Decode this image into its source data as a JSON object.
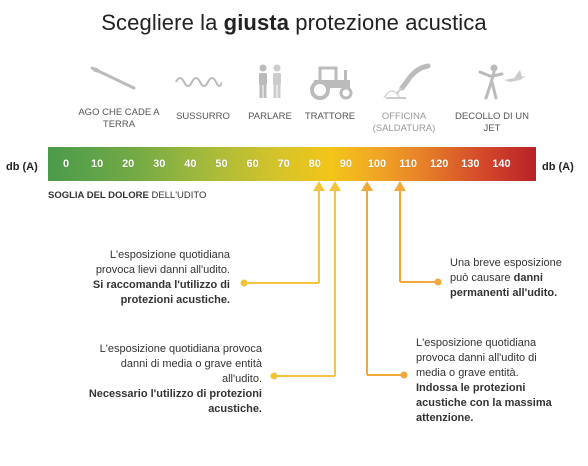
{
  "title": {
    "pre": "Scegliere la ",
    "bold": "giusta",
    "post": " protezione acustica"
  },
  "sources": [
    {
      "label": "AGO CHE CADE A TERRA",
      "icon": "needle-icon",
      "muted": false
    },
    {
      "label": "SUSSURRO",
      "icon": "whisper-wave-icon",
      "muted": false
    },
    {
      "label": "PARLARE",
      "icon": "people-talking-icon",
      "muted": false
    },
    {
      "label": "TRATTORE",
      "icon": "tractor-icon",
      "muted": false
    },
    {
      "label": "OFFICINA (SALDATURA)",
      "icon": "welding-torch-icon",
      "muted": true
    },
    {
      "label": "DECOLLO DI UN JET",
      "icon": "jet-takeoff-icon",
      "muted": false
    }
  ],
  "scale": {
    "unit_left": "db (A)",
    "unit_right": "db (A)",
    "ticks": [
      "0",
      "10",
      "20",
      "30",
      "40",
      "50",
      "60",
      "70",
      "80",
      "90",
      "100",
      "110",
      "120",
      "130",
      "140"
    ]
  },
  "pain_threshold": {
    "bold": "SOGLIA DEL DOLORE",
    "rest": " DELL'UDITO"
  },
  "notes": [
    {
      "level": "80",
      "lines": [
        "L'esposizione quotidiana",
        "provoca lievi danni all'udito."
      ],
      "bold_lines": [
        "Si raccomanda l'utilizzo di",
        "protezioni acustiche."
      ],
      "color": "#f5c43a"
    },
    {
      "level": "85",
      "lines": [
        "L'esposizione quotidiana provoca",
        "danni di media o grave entità",
        "all'udito."
      ],
      "bold_lines": [
        "Necessario l'utilizzo di protezioni",
        "acustiche."
      ],
      "color": "#f5c43a"
    },
    {
      "level": "95",
      "lines": [
        "L'esposizione quotidiana",
        "provoca danni all'udito di",
        "media o grave entità."
      ],
      "bold_lines": [
        "Indossa le protezioni",
        "acustiche con la massima",
        "attenzione."
      ],
      "color": "#f2a93a"
    },
    {
      "level": "105",
      "lines": [
        "Una breve esposizione",
        "può causare "
      ],
      "bold_inline": "danni",
      "bold_lines": [
        "permanenti all'udito."
      ],
      "color": "#f2a93a"
    }
  ],
  "colors": {
    "accent_yellow": "#f5c43a",
    "accent_orange": "#f2a93a"
  }
}
